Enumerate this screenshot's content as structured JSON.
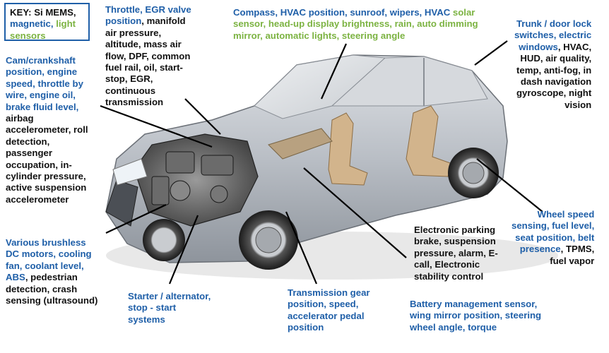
{
  "colors": {
    "blue": "#1f5fa8",
    "green": "#7cb342",
    "black": "#111111"
  },
  "key": {
    "prefix": "KEY: Si MEMS,",
    "magnetic": "magnetic,",
    "light": "light",
    "sensors": "sensors"
  },
  "labels": {
    "throttle": [
      [
        {
          "t": "Throttle, EGR valve",
          "c": "blue"
        }
      ],
      [
        {
          "t": "position",
          "c": "blue"
        },
        {
          "t": ", manifold",
          "c": "black"
        }
      ],
      [
        {
          "t": "air pressure,",
          "c": "black"
        }
      ],
      [
        {
          "t": "altitude, mass air",
          "c": "black"
        }
      ],
      [
        {
          "t": "flow, DPF, common",
          "c": "black"
        }
      ],
      [
        {
          "t": "fuel rail, oil, start-",
          "c": "black"
        }
      ],
      [
        {
          "t": "stop, EGR,",
          "c": "black"
        }
      ],
      [
        {
          "t": "continuous",
          "c": "black"
        }
      ],
      [
        {
          "t": "transmission",
          "c": "black"
        }
      ]
    ],
    "compass": [
      [
        {
          "t": "Compass, HVAC position, sunroof, wipers, HVAC ",
          "c": "blue"
        },
        {
          "t": "solar",
          "c": "green"
        }
      ],
      [
        {
          "t": "sensor, head-up display brightness, rain, auto dimming",
          "c": "green"
        }
      ],
      [
        {
          "t": "mirror, automatic lights, steering angle",
          "c": "green"
        }
      ]
    ],
    "trunk": [
      [
        {
          "t": "Trunk / door lock",
          "c": "blue"
        }
      ],
      [
        {
          "t": "switches, electric",
          "c": "blue"
        }
      ],
      [
        {
          "t": "windows",
          "c": "blue"
        },
        {
          "t": ", HVAC,",
          "c": "black"
        }
      ],
      [
        {
          "t": "HUD, air quality,",
          "c": "black"
        }
      ],
      [
        {
          "t": "temp, anti-fog, in",
          "c": "black"
        }
      ],
      [
        {
          "t": "dash navigation",
          "c": "black"
        }
      ],
      [
        {
          "t": "gyroscope, night",
          "c": "black"
        }
      ],
      [
        {
          "t": "vision",
          "c": "black"
        }
      ]
    ],
    "cam": [
      [
        {
          "t": "Cam/crankshaft",
          "c": "blue"
        }
      ],
      [
        {
          "t": "position, engine",
          "c": "blue"
        }
      ],
      [
        {
          "t": "speed, throttle by",
          "c": "blue"
        }
      ],
      [
        {
          "t": "wire, engine oil,",
          "c": "blue"
        }
      ],
      [
        {
          "t": "brake fluid level,",
          "c": "blue"
        }
      ],
      [
        {
          "t": "airbag",
          "c": "black"
        }
      ],
      [
        {
          "t": "accelerometer, roll",
          "c": "black"
        }
      ],
      [
        {
          "t": "detection,",
          "c": "black"
        }
      ],
      [
        {
          "t": "passenger",
          "c": "black"
        }
      ],
      [
        {
          "t": "occupation, in-",
          "c": "black"
        }
      ],
      [
        {
          "t": "cylinder pressure,",
          "c": "black"
        }
      ],
      [
        {
          "t": "active suspension",
          "c": "black"
        }
      ],
      [
        {
          "t": "accelerometer",
          "c": "black"
        }
      ]
    ],
    "brushless": [
      [
        {
          "t": "Various brushless",
          "c": "blue"
        }
      ],
      [
        {
          "t": "DC motors, cooling",
          "c": "blue"
        }
      ],
      [
        {
          "t": "fan, coolant level,",
          "c": "blue"
        }
      ],
      [
        {
          "t": "ABS",
          "c": "blue"
        },
        {
          "t": ", pedestrian",
          "c": "black"
        }
      ],
      [
        {
          "t": "detection, crash",
          "c": "black"
        }
      ],
      [
        {
          "t": "sensing (ultrasound)",
          "c": "black"
        }
      ]
    ],
    "starter": [
      [
        {
          "t": "Starter / alternator,",
          "c": "blue"
        }
      ],
      [
        {
          "t": "stop - start",
          "c": "blue"
        }
      ],
      [
        {
          "t": "systems",
          "c": "blue"
        }
      ]
    ],
    "transmission": [
      [
        {
          "t": "Transmission gear",
          "c": "blue"
        }
      ],
      [
        {
          "t": "position, speed,",
          "c": "blue"
        }
      ],
      [
        {
          "t": "accelerator pedal",
          "c": "blue"
        }
      ],
      [
        {
          "t": "position",
          "c": "blue"
        }
      ]
    ],
    "parking": [
      [
        {
          "t": "Electronic parking",
          "c": "black"
        }
      ],
      [
        {
          "t": "brake, suspension",
          "c": "black"
        }
      ],
      [
        {
          "t": "pressure, alarm, E-",
          "c": "black"
        }
      ],
      [
        {
          "t": "call, Electronic",
          "c": "black"
        }
      ],
      [
        {
          "t": "stability control",
          "c": "black"
        }
      ]
    ],
    "battery": [
      [
        {
          "t": "Battery management sensor,",
          "c": "blue"
        }
      ],
      [
        {
          "t": "wing mirror position, steering",
          "c": "blue"
        }
      ],
      [
        {
          "t": "wheel angle, torque",
          "c": "blue"
        }
      ]
    ],
    "wheel": [
      [
        {
          "t": "Wheel speed",
          "c": "blue"
        }
      ],
      [
        {
          "t": "sensing, fuel level,",
          "c": "blue"
        }
      ],
      [
        {
          "t": "seat position, belt",
          "c": "blue"
        }
      ],
      [
        {
          "t": "presence",
          "c": "blue"
        },
        {
          "t": ", TPMS,",
          "c": "black"
        }
      ],
      [
        {
          "t": "fuel vapor",
          "c": "black"
        }
      ]
    ]
  }
}
